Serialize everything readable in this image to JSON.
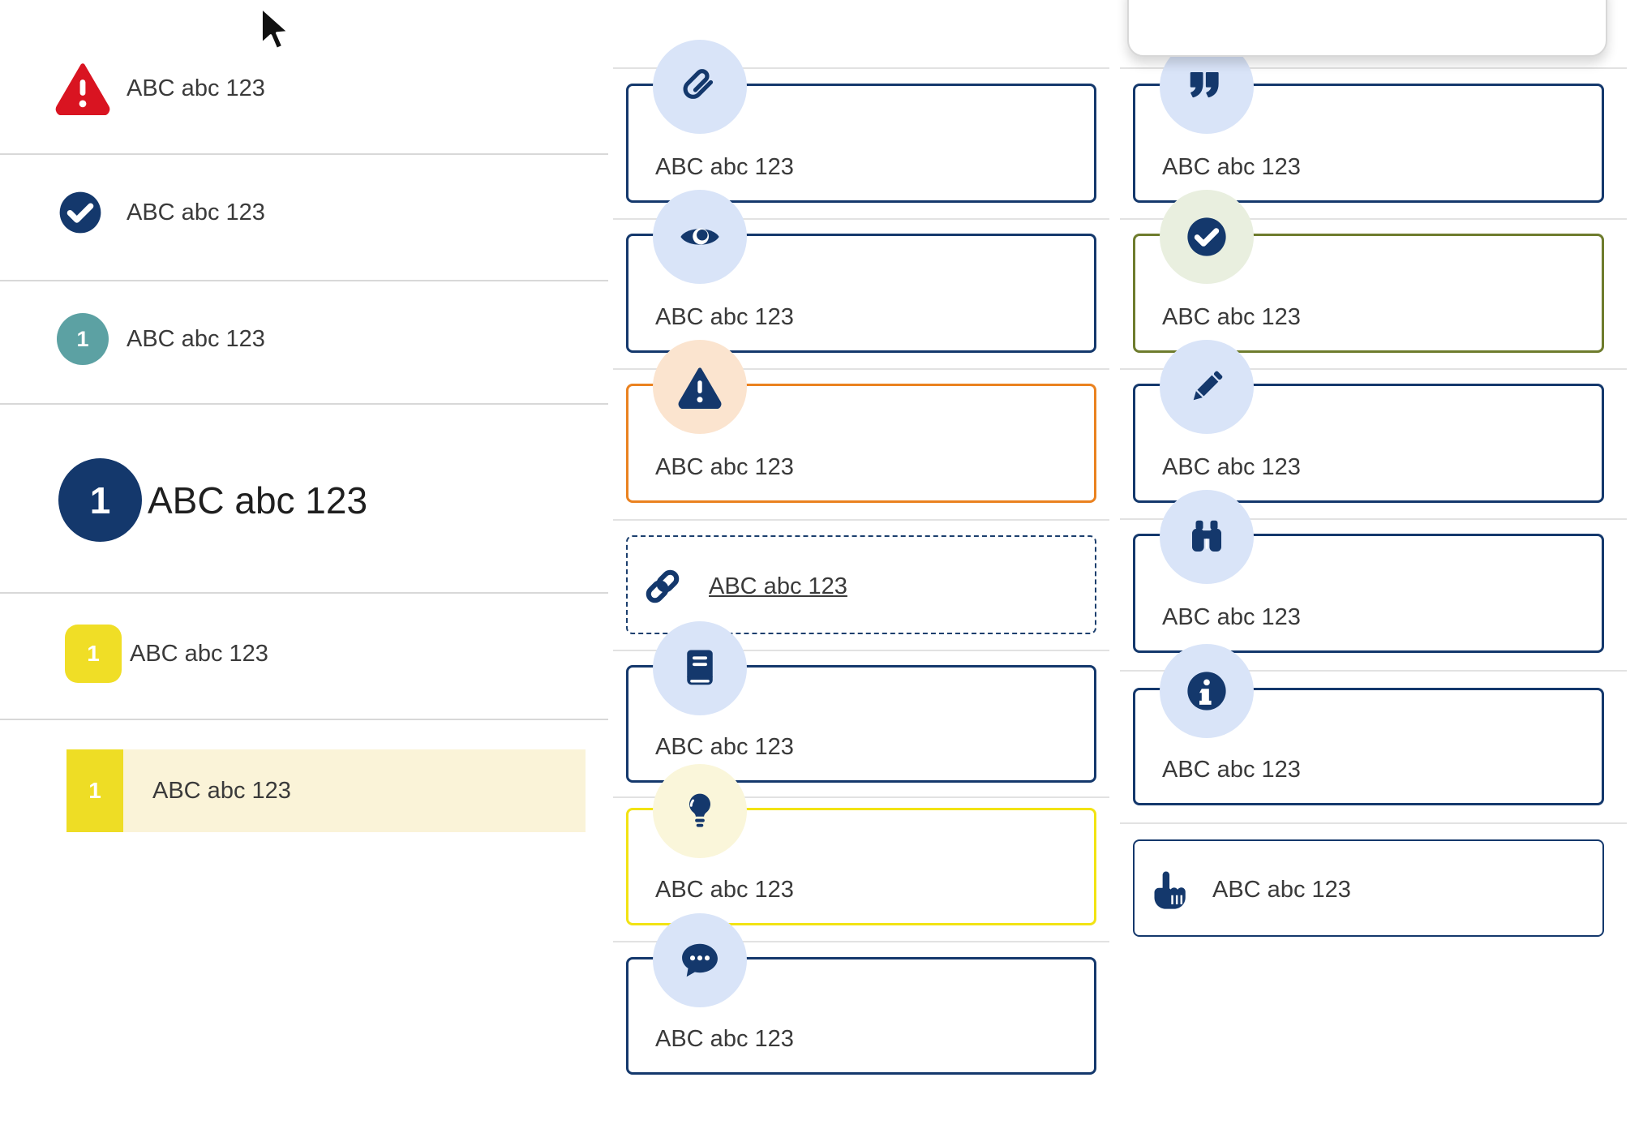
{
  "left_list": {
    "items": [
      {
        "icon": "alert-triangle-icon",
        "label": "ABC abc 123",
        "variant": "alert"
      },
      {
        "icon": "check-circle-icon",
        "label": "ABC abc 123",
        "variant": "check"
      },
      {
        "icon": "number-badge",
        "badge": "1",
        "label": "ABC abc 123",
        "variant": "teal-step"
      },
      {
        "icon": "number-badge",
        "badge": "1",
        "label": "ABC abc 123",
        "variant": "big-step"
      },
      {
        "icon": "number-badge",
        "badge": "1",
        "label": "ABC abc 123",
        "variant": "yellow-step"
      },
      {
        "icon": "number-badge",
        "badge": "1",
        "label": "ABC abc 123",
        "variant": "yellow-step-highlighted"
      }
    ]
  },
  "cards_col1": [
    {
      "icon": "paperclip-icon",
      "label": "ABC abc 123",
      "variant": "navy"
    },
    {
      "icon": "eye-icon",
      "label": "ABC abc 123",
      "variant": "navy"
    },
    {
      "icon": "warning-icon",
      "label": "ABC abc 123",
      "variant": "orange"
    },
    {
      "icon": "link-icon",
      "label": "ABC abc 123",
      "variant": "link"
    },
    {
      "icon": "book-icon",
      "label": "ABC abc 123",
      "variant": "navy"
    },
    {
      "icon": "lightbulb-icon",
      "label": "ABC abc 123",
      "variant": "yellow"
    },
    {
      "icon": "chat-icon",
      "label": "ABC abc 123",
      "variant": "navy"
    }
  ],
  "cards_col2": [
    {
      "icon": "quote-icon",
      "label": "ABC abc 123",
      "variant": "navy"
    },
    {
      "icon": "check-circle-icon",
      "label": "ABC abc 123",
      "variant": "olive"
    },
    {
      "icon": "pencil-icon",
      "label": "ABC abc 123",
      "variant": "navy"
    },
    {
      "icon": "binoculars-icon",
      "label": "ABC abc 123",
      "variant": "navy"
    },
    {
      "icon": "info-icon",
      "label": "ABC abc 123",
      "variant": "navy"
    },
    {
      "icon": "hand-icon",
      "label": "ABC abc 123",
      "variant": "hand"
    }
  ],
  "cursor": {
    "icon": "mouse-pointer-icon"
  },
  "colors": {
    "navy": "#14386c",
    "navy_circle_bg": "#d9e4f8",
    "orange_border": "#ea8220",
    "orange_circle_bg": "#fbe4cf",
    "olive_border": "#6e7c2d",
    "olive_circle_bg": "#e9efdf",
    "yellow_border": "#f2e313",
    "yellow_circle_bg": "#faf6da",
    "teal_badge": "#5ca1a3",
    "yellow_badge": "#f0de26",
    "highlight_row_bg": "#faf3d8",
    "alert_red": "#d91421",
    "text": "#3a3a3a",
    "divider": "#d8d8d8"
  }
}
